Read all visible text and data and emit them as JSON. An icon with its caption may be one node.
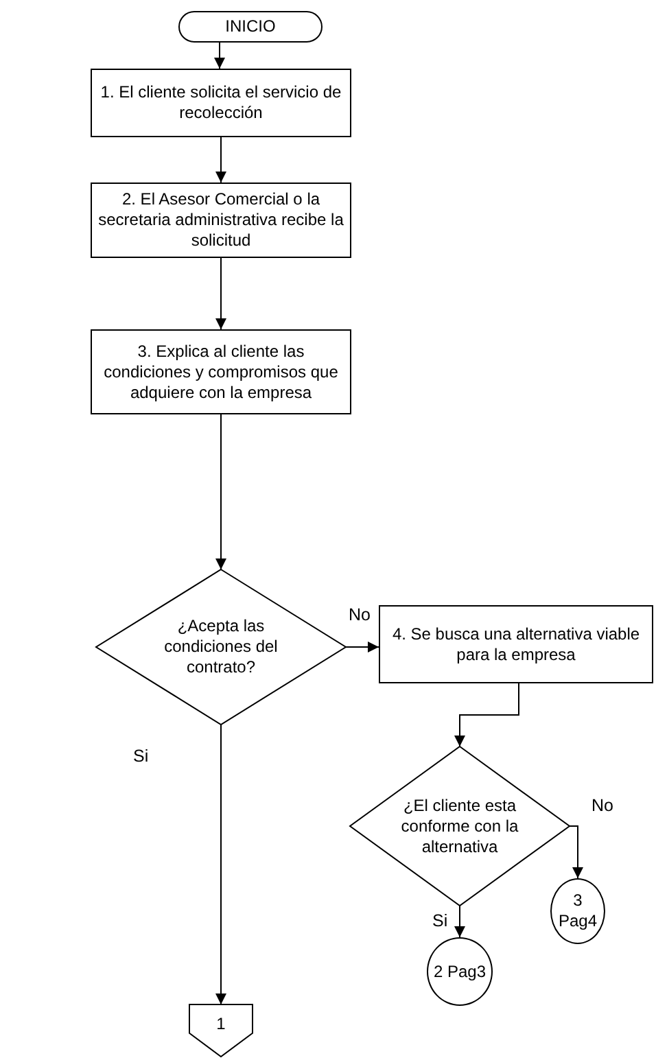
{
  "diagram": {
    "nodes": [
      {
        "text": [
          "INICIO"
        ]
      },
      {
        "text": [
          "1. El cliente solicita el servicio de recolección"
        ]
      },
      {
        "text": [
          "2. El Asesor Comercial o la secretaria administrativa recibe la solicitud"
        ]
      },
      {
        "text": [
          "3. Explica al cliente las condiciones y compromisos que adquiere con la empresa"
        ]
      },
      {
        "text": [
          "¿Acepta las condiciones del contrato?"
        ]
      },
      {
        "text": [
          "4. Se busca una alternativa viable para la empresa"
        ]
      },
      {
        "text": [
          "¿El cliente esta conforme con la alternativa"
        ]
      },
      {
        "text": [
          "3 Pag4"
        ]
      },
      {
        "text": [
          "2 Pag3"
        ]
      },
      {
        "text": [
          "1"
        ]
      }
    ],
    "edges": [
      {
        "from": 0,
        "to": 1,
        "arrow": "to"
      },
      {
        "from": 1,
        "to": 2,
        "arrow": "to"
      },
      {
        "from": 2,
        "to": 3,
        "arrow": "to"
      },
      {
        "from": 3,
        "to": 4,
        "arrow": "to"
      },
      {
        "from": 4,
        "to": 5,
        "arrow": "to",
        "label": "No"
      },
      {
        "from": 4,
        "to": 9,
        "arrow": "to",
        "label": "Si"
      },
      {
        "from": 5,
        "to": 6,
        "arrow": "to"
      },
      {
        "from": 6,
        "to": 8,
        "arrow": "to",
        "label": "Si"
      },
      {
        "from": 6,
        "to": 7,
        "arrow": "to",
        "label": "No"
      }
    ]
  }
}
